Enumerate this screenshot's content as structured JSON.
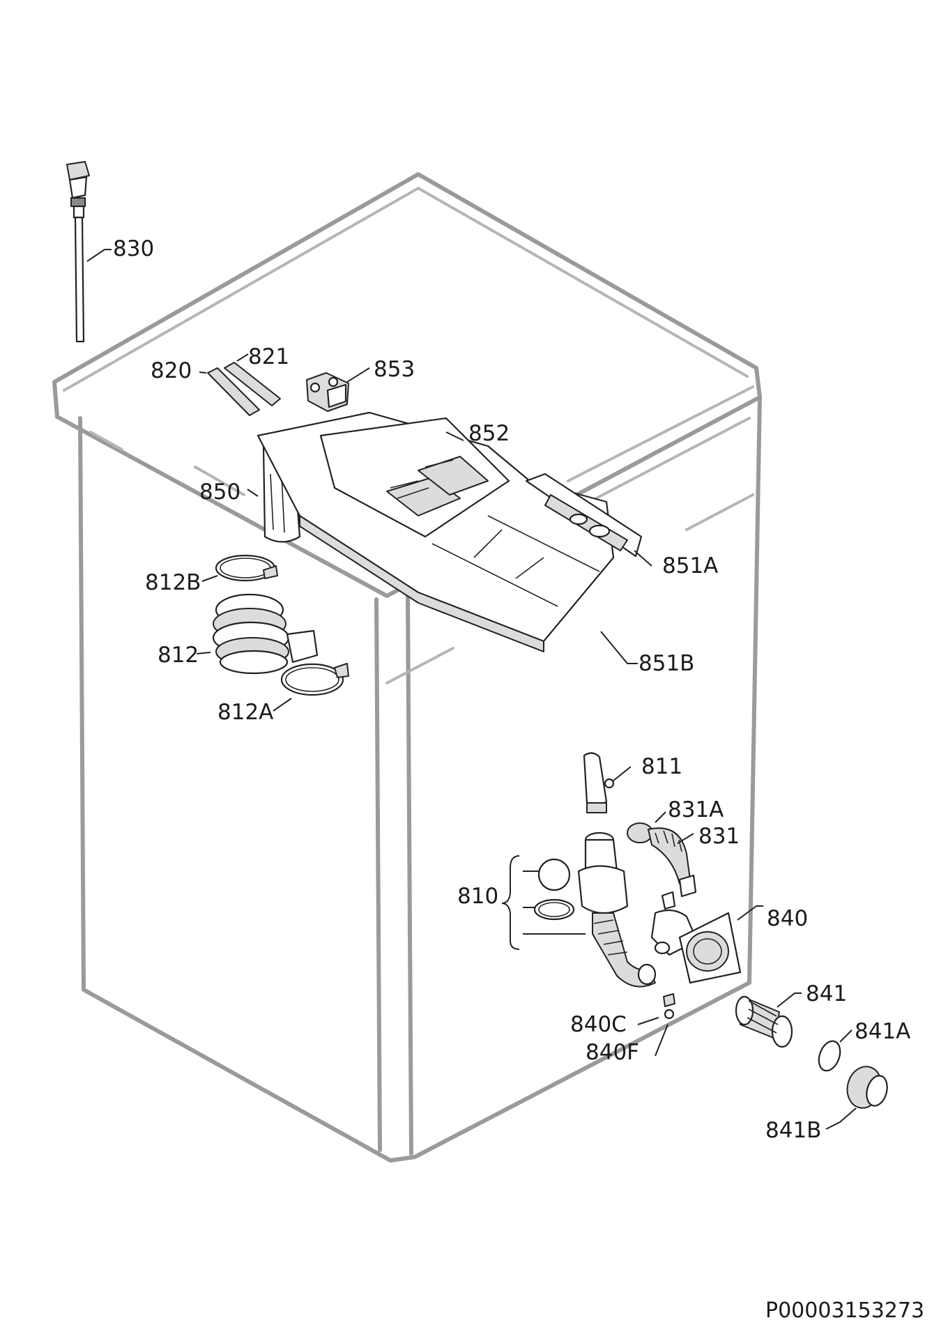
{
  "document_id": "P00003153273",
  "labels": {
    "l830": "830",
    "l820": "820",
    "l821": "821",
    "l853": "853",
    "l852": "852",
    "l850": "850",
    "l851A": "851A",
    "l812B": "812B",
    "l812": "812",
    "l851B": "851B",
    "l812A": "812A",
    "l811": "811",
    "l831A": "831A",
    "l831": "831",
    "l810": "810",
    "l840": "840",
    "l841": "841",
    "l840C": "840C",
    "l841A": "841A",
    "l840F": "840F",
    "l841B": "841B"
  }
}
